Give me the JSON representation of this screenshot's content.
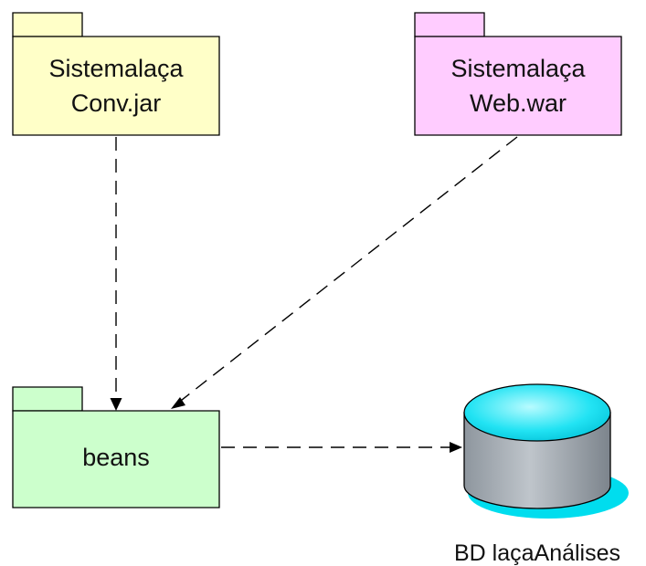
{
  "packages": {
    "conv": {
      "line1": "Sistemalaça",
      "line2": "Conv.jar",
      "fill": "#FFFFC8"
    },
    "web": {
      "line1": "Sistemalaça",
      "line2": "Web.war",
      "fill": "#FFCCFF"
    },
    "beans": {
      "label": "beans",
      "fill": "#CCFFCC"
    }
  },
  "database": {
    "label": "BD laçaAnálises",
    "top_color": "#00DDEE",
    "body_color": "#A9B0B8"
  },
  "dependencies": [
    {
      "from": "Sistemalaça Conv.jar",
      "to": "beans"
    },
    {
      "from": "Sistemalaça Web.war",
      "to": "beans"
    },
    {
      "from": "beans",
      "to": "BD laçaAnálises"
    }
  ]
}
